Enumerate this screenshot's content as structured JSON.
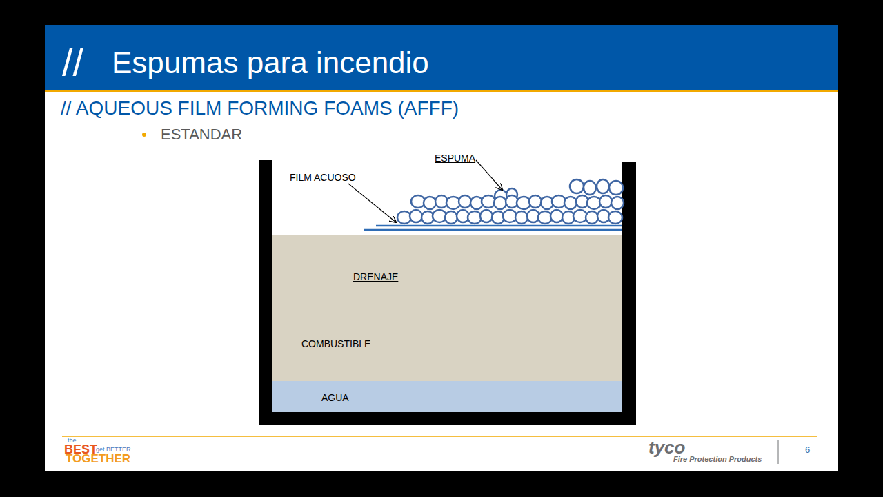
{
  "diagram": {
    "title": "Espumas para incendio",
    "nodes": [
      {
        "text": [
          "COMBUSTIBLE"
        ]
      },
      {
        "text": [
          "AGUA"
        ]
      }
    ],
    "labels": [
      "//",
      "// AQUEOUS FILM FORMING FOAMS (AFFF)",
      "ESTANDAR",
      "ESPUMA",
      "FILM ACUOSO",
      "DRENAJE",
      "the",
      "BEST",
      "get BETTER",
      "TOGETHER",
      "tyco",
      "Fire Protection Products",
      "6"
    ]
  }
}
